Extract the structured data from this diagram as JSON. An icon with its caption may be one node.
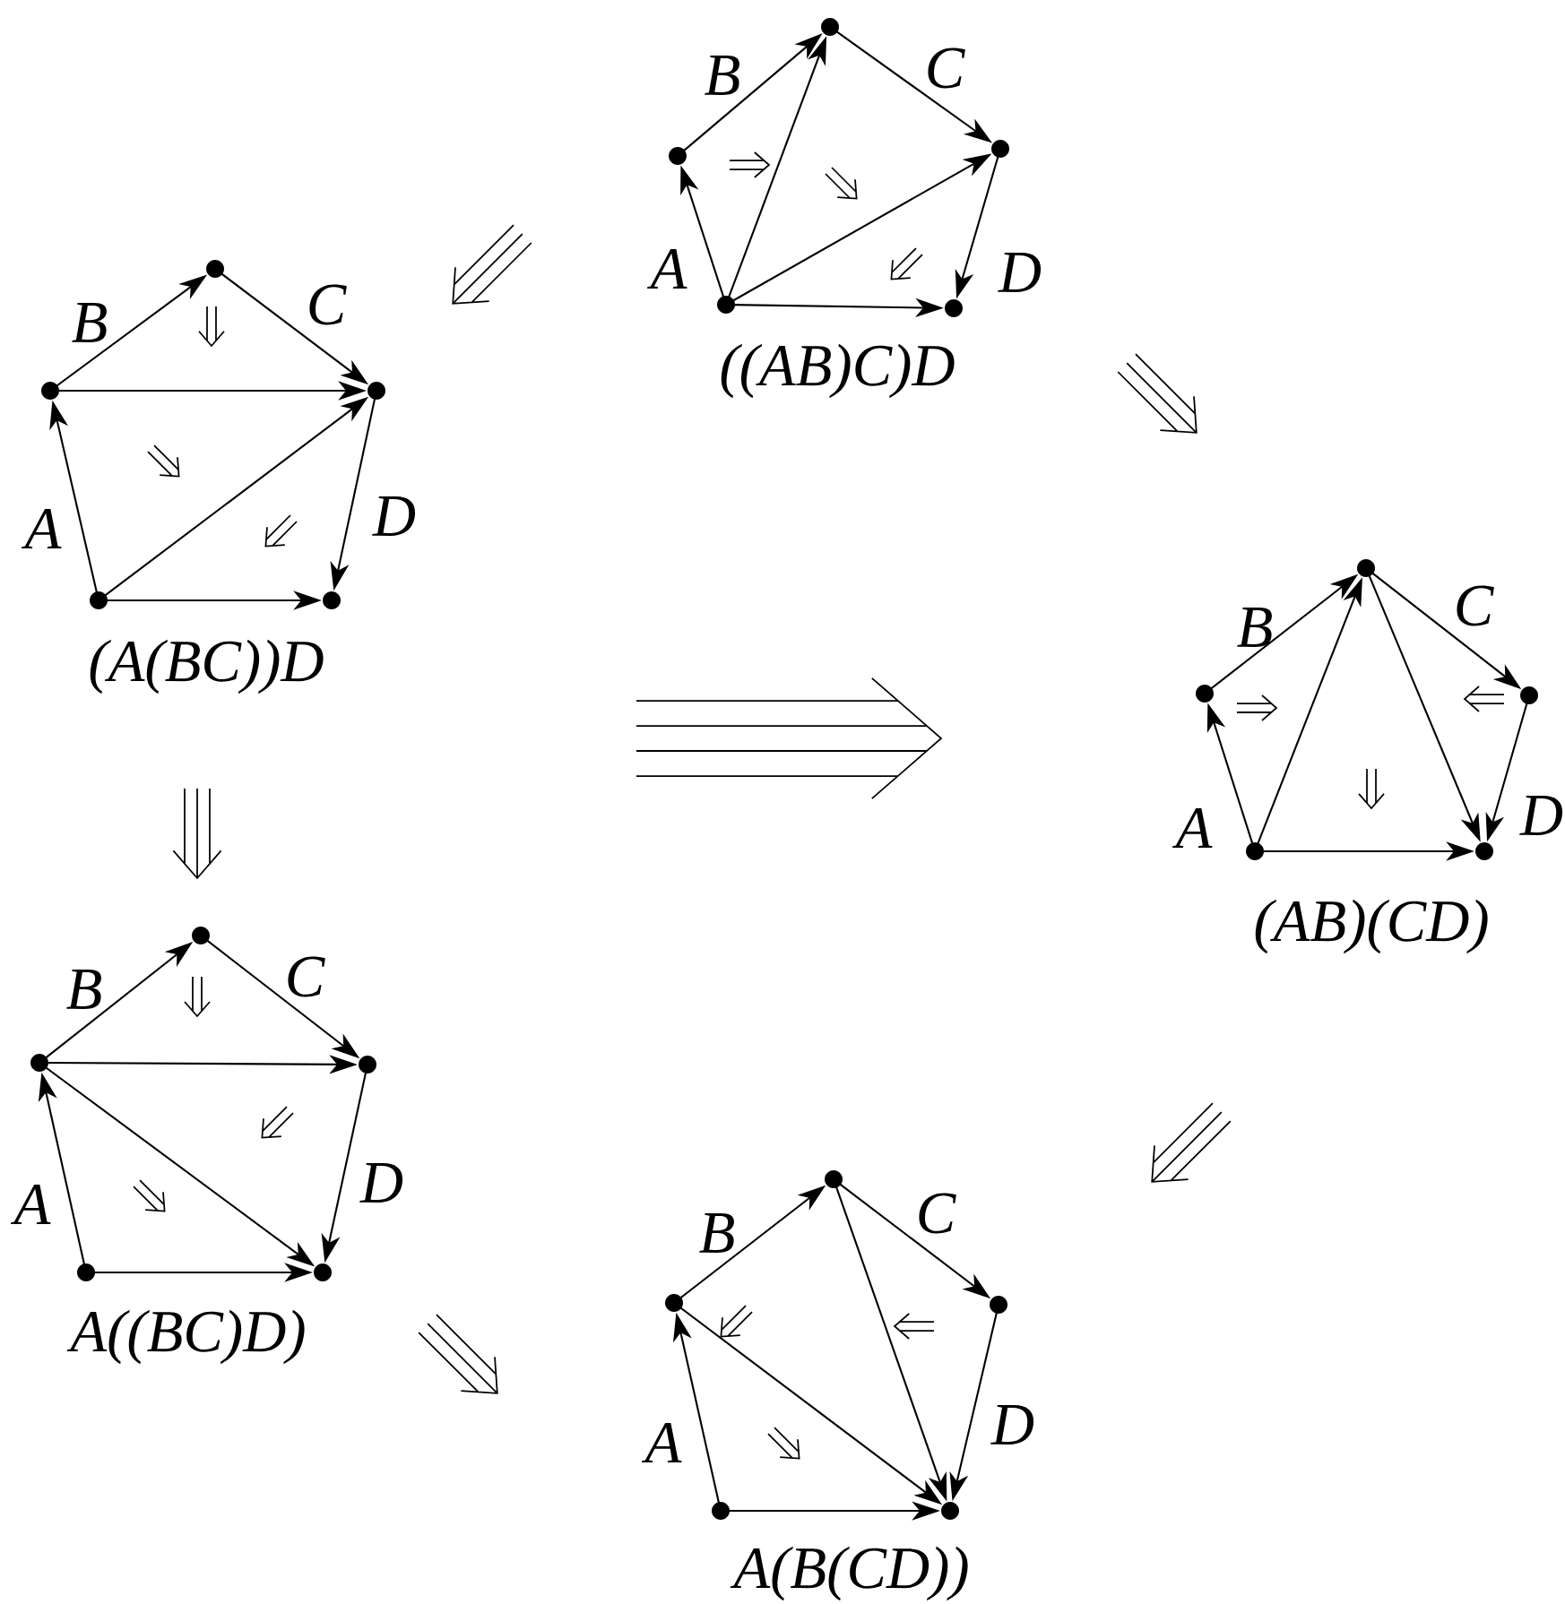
{
  "diagram": {
    "nodes": [
      {
        "text": [],
        "shape": "circle"
      },
      {
        "text": [],
        "shape": "circle"
      },
      {
        "text": [],
        "shape": "circle"
      },
      {
        "text": [],
        "shape": "circle"
      },
      {
        "text": [],
        "shape": "circle"
      },
      {
        "text": [],
        "shape": "circle"
      },
      {
        "text": [],
        "shape": "circle"
      },
      {
        "text": [],
        "shape": "circle"
      },
      {
        "text": [],
        "shape": "circle"
      },
      {
        "text": [],
        "shape": "circle"
      },
      {
        "text": [],
        "shape": "circle"
      },
      {
        "text": [],
        "shape": "circle"
      },
      {
        "text": [],
        "shape": "circle"
      },
      {
        "text": [],
        "shape": "circle"
      },
      {
        "text": [],
        "shape": "circle"
      },
      {
        "text": [],
        "shape": "circle"
      },
      {
        "text": [],
        "shape": "circle"
      },
      {
        "text": [],
        "shape": "circle"
      },
      {
        "text": [],
        "shape": "circle"
      },
      {
        "text": [],
        "shape": "circle"
      },
      {
        "text": [],
        "shape": "circle"
      },
      {
        "text": [],
        "shape": "circle"
      },
      {
        "text": [],
        "shape": "circle"
      },
      {
        "text": [],
        "shape": "circle"
      },
      {
        "text": [],
        "shape": "circle"
      }
    ],
    "edges": [
      {
        "from": 3,
        "to": 1,
        "arrow": "to",
        "label": "A"
      },
      {
        "from": 1,
        "to": 0,
        "arrow": "to",
        "label": "B"
      },
      {
        "from": 0,
        "to": 2,
        "arrow": "to",
        "label": "C"
      },
      {
        "from": 2,
        "to": 4,
        "arrow": "to",
        "label": "D"
      },
      {
        "from": 3,
        "to": 0,
        "arrow": "to"
      },
      {
        "from": 3,
        "to": 2,
        "arrow": "to"
      },
      {
        "from": 3,
        "to": 4,
        "arrow": "to"
      },
      {
        "from": 8,
        "to": 6,
        "arrow": "to",
        "label": "A"
      },
      {
        "from": 6,
        "to": 5,
        "arrow": "to",
        "label": "B"
      },
      {
        "from": 5,
        "to": 7,
        "arrow": "to",
        "label": "C"
      },
      {
        "from": 7,
        "to": 9,
        "arrow": "to",
        "label": "D"
      },
      {
        "from": 6,
        "to": 7,
        "arrow": "to"
      },
      {
        "from": 8,
        "to": 7,
        "arrow": "to"
      },
      {
        "from": 8,
        "to": 9,
        "arrow": "to"
      },
      {
        "from": 13,
        "to": 11,
        "arrow": "to",
        "label": "A"
      },
      {
        "from": 11,
        "to": 10,
        "arrow": "to",
        "label": "B"
      },
      {
        "from": 10,
        "to": 12,
        "arrow": "to",
        "label": "C"
      },
      {
        "from": 12,
        "to": 14,
        "arrow": "to",
        "label": "D"
      },
      {
        "from": 13,
        "to": 10,
        "arrow": "to"
      },
      {
        "from": 10,
        "to": 14,
        "arrow": "to"
      },
      {
        "from": 13,
        "to": 14,
        "arrow": "to"
      },
      {
        "from": 18,
        "to": 16,
        "arrow": "to",
        "label": "A"
      },
      {
        "from": 16,
        "to": 15,
        "arrow": "to",
        "label": "B"
      },
      {
        "from": 15,
        "to": 17,
        "arrow": "to",
        "label": "C"
      },
      {
        "from": 17,
        "to": 19,
        "arrow": "to",
        "label": "D"
      },
      {
        "from": 16,
        "to": 17,
        "arrow": "to"
      },
      {
        "from": 16,
        "to": 19,
        "arrow": "to"
      },
      {
        "from": 18,
        "to": 19,
        "arrow": "to"
      },
      {
        "from": 23,
        "to": 21,
        "arrow": "to",
        "label": "A"
      },
      {
        "from": 21,
        "to": 20,
        "arrow": "to",
        "label": "B"
      },
      {
        "from": 20,
        "to": 22,
        "arrow": "to",
        "label": "C"
      },
      {
        "from": 22,
        "to": 24,
        "arrow": "to",
        "label": "D"
      },
      {
        "from": 21,
        "to": 24,
        "arrow": "to"
      },
      {
        "from": 20,
        "to": 24,
        "arrow": "to"
      },
      {
        "from": 23,
        "to": 24,
        "arrow": "to"
      }
    ],
    "labels": [
      "((AB)C)D",
      "(A(BC))D",
      "(AB)(CD)",
      "A((BC)D)",
      "A(B(CD))"
    ]
  }
}
